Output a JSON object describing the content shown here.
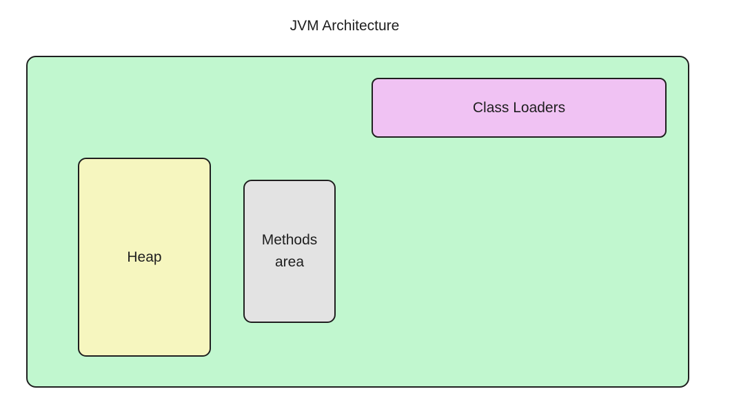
{
  "diagram": {
    "title": "JVM Architecture",
    "colors": {
      "container_fill": "#c1f7cf",
      "class_loaders_fill": "#f0c2f3",
      "heap_fill": "#f6f6bf",
      "methods_area_fill": "#e3e3e3",
      "stroke": "#1e1e1e"
    },
    "class_loaders": {
      "label": "Class Loaders"
    },
    "heap": {
      "label": "Heap"
    },
    "methods_area": {
      "label": "Methods\narea"
    }
  }
}
